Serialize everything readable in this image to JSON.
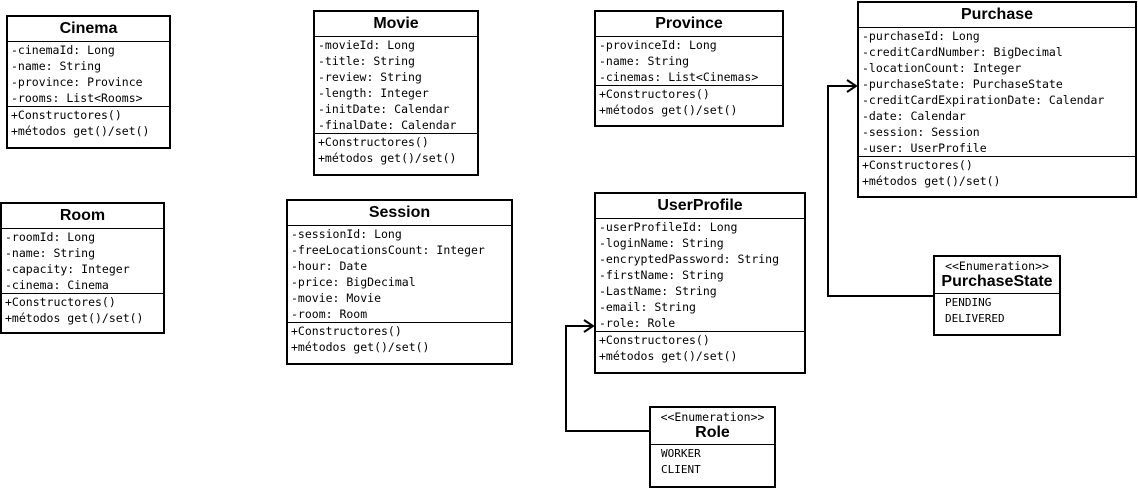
{
  "classes": {
    "cinema": {
      "name": "Cinema",
      "attributes": [
        "-cinemaId: Long",
        "-name: String",
        "-province: Province",
        "-rooms: List<Rooms>"
      ],
      "methods": [
        "+Constructores()",
        "+métodos get()/set()"
      ]
    },
    "movie": {
      "name": "Movie",
      "attributes": [
        "-movieId: Long",
        "-title: String",
        "-review: String",
        "-length: Integer",
        "-initDate: Calendar",
        "-finalDate: Calendar"
      ],
      "methods": [
        "+Constructores()",
        "+métodos get()/set()"
      ]
    },
    "province": {
      "name": "Province",
      "attributes": [
        "-provinceId: Long",
        "-name: String",
        "-cinemas: List<Cinemas>"
      ],
      "methods": [
        "+Constructores()",
        "+métodos get()/set()"
      ]
    },
    "purchase": {
      "name": "Purchase",
      "attributes": [
        "-purchaseId: Long",
        "-creditCardNumber: BigDecimal",
        "-locationCount: Integer",
        "-purchaseState: PurchaseState",
        "-creditCardExpirationDate: Calendar",
        "-date: Calendar",
        "-session: Session",
        "-user: UserProfile"
      ],
      "methods": [
        "+Constructores()",
        "+métodos get()/set()"
      ]
    },
    "room": {
      "name": "Room",
      "attributes": [
        "-roomId: Long",
        "-name: String",
        "-capacity: Integer",
        "-cinema: Cinema"
      ],
      "methods": [
        "+Constructores()",
        "+métodos get()/set()"
      ]
    },
    "session": {
      "name": "Session",
      "attributes": [
        "-sessionId: Long",
        "-freeLocationsCount: Integer",
        "-hour: Date",
        "-price: BigDecimal",
        "-movie: Movie",
        "-room: Room"
      ],
      "methods": [
        "+Constructores()",
        "+métodos get()/set()"
      ]
    },
    "userprofile": {
      "name": "UserProfile",
      "attributes": [
        "-userProfileId: Long",
        "-loginName: String",
        "-encryptedPassword: String",
        "-firstName: String",
        "-LastName: String",
        "-email: String",
        "-role: Role"
      ],
      "methods": [
        "+Constructores()",
        "+métodos get()/set()"
      ]
    }
  },
  "enums": {
    "purchasestate": {
      "stereotype": "<<Enumeration>>",
      "name": "PurchaseState",
      "values": [
        "PENDING",
        "DELIVERED"
      ]
    },
    "role": {
      "stereotype": "<<Enumeration>>",
      "name": "Role",
      "values": [
        "WORKER",
        "CLIENT"
      ]
    }
  }
}
